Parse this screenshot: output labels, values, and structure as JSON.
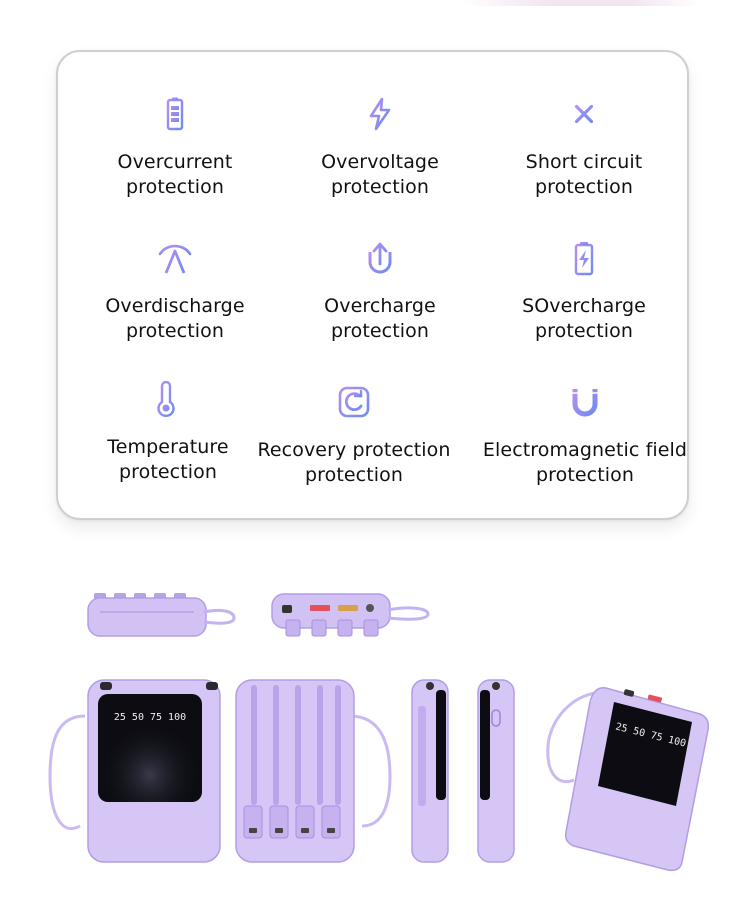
{
  "accent_color": "#8a6ee8",
  "features": [
    {
      "icon": "battery-icon",
      "label": "Overcurrent\nprotection"
    },
    {
      "icon": "lightning-icon",
      "label": "Overvoltage\nprotection"
    },
    {
      "icon": "short-circuit-icon",
      "label": "Short circuit\nprotection"
    },
    {
      "icon": "gauge-a-icon",
      "label": "Overdischarge\nprotection"
    },
    {
      "icon": "magnet-arrow-icon",
      "label": "Overcharge\nprotection"
    },
    {
      "icon": "battery-bolt-icon",
      "label": "SOvercharge\nprotection"
    },
    {
      "icon": "thermometer-icon",
      "label": "Temperature\nprotection"
    },
    {
      "icon": "recovery-icon",
      "label": "Recovery protection\nprotection"
    },
    {
      "icon": "magnet-icon",
      "label": "Electromagnetic field\nprotection"
    }
  ],
  "product": {
    "display_front": "25 50 75 100",
    "display_angled": "25 50 75 100"
  }
}
